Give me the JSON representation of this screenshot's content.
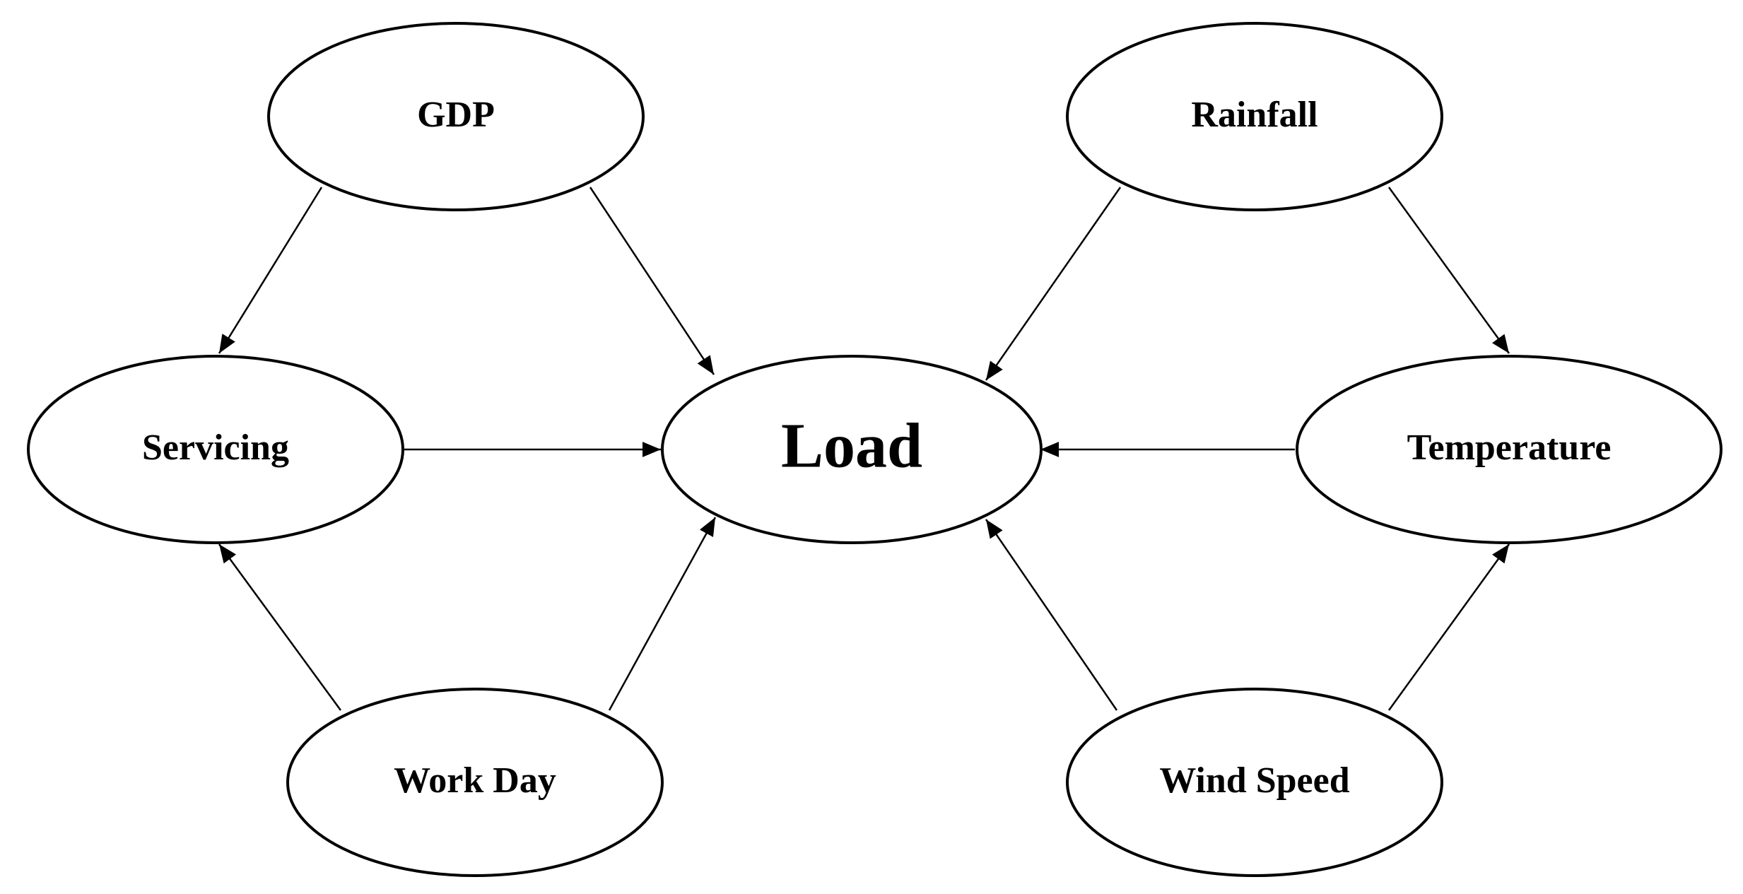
{
  "nodes": {
    "gdp": {
      "label": "GDP"
    },
    "servicing": {
      "label": "Servicing"
    },
    "work_day": {
      "label": "Work Day"
    },
    "load": {
      "label": "Load"
    },
    "rainfall": {
      "label": "Rainfall"
    },
    "temperature": {
      "label": "Temperature"
    },
    "wind_speed": {
      "label": "Wind Speed"
    }
  },
  "edges": [
    {
      "from": "GDP",
      "to": "Servicing"
    },
    {
      "from": "GDP",
      "to": "Load"
    },
    {
      "from": "Servicing",
      "to": "Load"
    },
    {
      "from": "Work Day",
      "to": "Servicing"
    },
    {
      "from": "Work Day",
      "to": "Load"
    },
    {
      "from": "Rainfall",
      "to": "Load"
    },
    {
      "from": "Rainfall",
      "to": "Temperature"
    },
    {
      "from": "Temperature",
      "to": "Load"
    },
    {
      "from": "Wind Speed",
      "to": "Load"
    },
    {
      "from": "Wind Speed",
      "to": "Temperature"
    }
  ],
  "colors": {
    "stroke": "#000000",
    "fill": "#ffffff",
    "background": "#ffffff"
  }
}
